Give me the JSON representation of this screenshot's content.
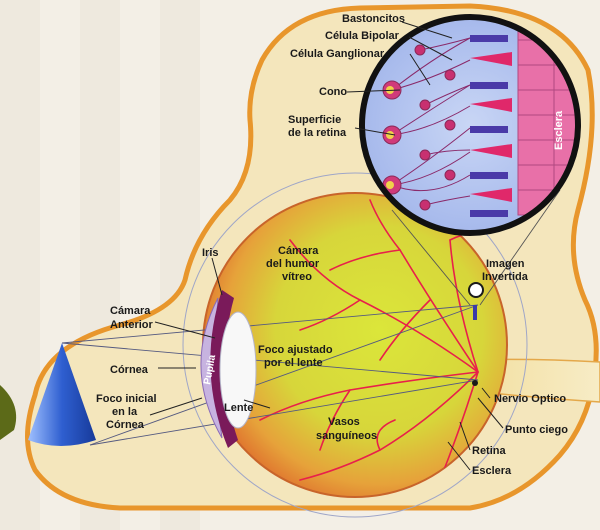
{
  "labels": {
    "bastoncitos": "Bastoncitos",
    "celula_bipolar": "Célula Bipolar",
    "celula_ganglionar": "Célula Ganglionar",
    "cono": "Cono",
    "superficie_retina_1": "Superficie",
    "superficie_retina_2": "de la retina",
    "esclera_inset": "Esclera",
    "iris": "Iris",
    "camara_humor_1": "Cámara",
    "camara_humor_2": "del humor",
    "camara_humor_3": "vítreo",
    "imagen_invertida_1": "Imagen",
    "imagen_invertida_2": "Invertida",
    "camara_anterior_1": "Cámara",
    "camara_anterior_2": "Anterior",
    "cornea": "Córnea",
    "pupila": "Pupila",
    "foco_ajustado_1": "Foco ajustado",
    "foco_ajustado_2": "por el lente",
    "foco_inicial_1": "Foco inicial",
    "foco_inicial_2": "en la",
    "foco_inicial_3": "Córnea",
    "lente": "Lente",
    "vasos_1": "Vasos",
    "vasos_2": "sanguíneos",
    "nervio_optico": "Nervio Optico",
    "punto_ciego": "Punto ciego",
    "retina": "Retina",
    "esclera": "Esclera"
  },
  "colors": {
    "background": "#f3efe6",
    "panel": "#f3e3b8",
    "panel_border": "#e8962c",
    "eyeball_center": "#d8e830",
    "eyeball_edge": "#e4762a",
    "vessels": "#e8204a",
    "iris": "#7a1a5a",
    "lens": "#f8f8f8",
    "cone_object": "#3a6ad8",
    "inset_bg": "#b8c8f0",
    "sclera_cells": "#e870a8"
  }
}
